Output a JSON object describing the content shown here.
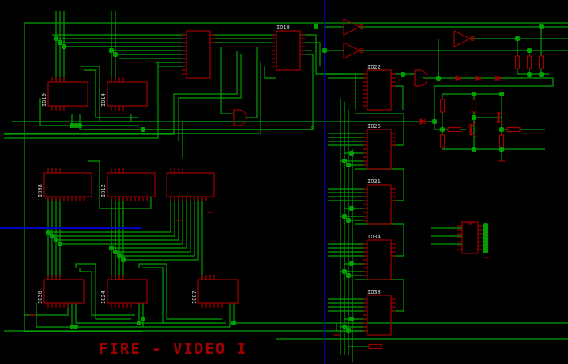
{
  "sheet_title": "FIRE - VIDEO I",
  "colors": {
    "background": "#000000",
    "wire": "#00a000",
    "junction": "#00a000",
    "component": "#a00000",
    "bus": "#0000c0",
    "label": "#d0d0d0"
  },
  "components": {
    "left_top_1": "IO10",
    "left_top_2": "IO14",
    "top_right_chip": "IO18",
    "right_1": "IO22",
    "right_2": "IO26",
    "right_3": "IO31",
    "right_4": "IO34",
    "right_5": "IO38",
    "mid_1": "IO08",
    "mid_2": "IO12",
    "bottom_1": "IO36",
    "bottom_2": "IO24",
    "bottom_3": "IO07"
  }
}
